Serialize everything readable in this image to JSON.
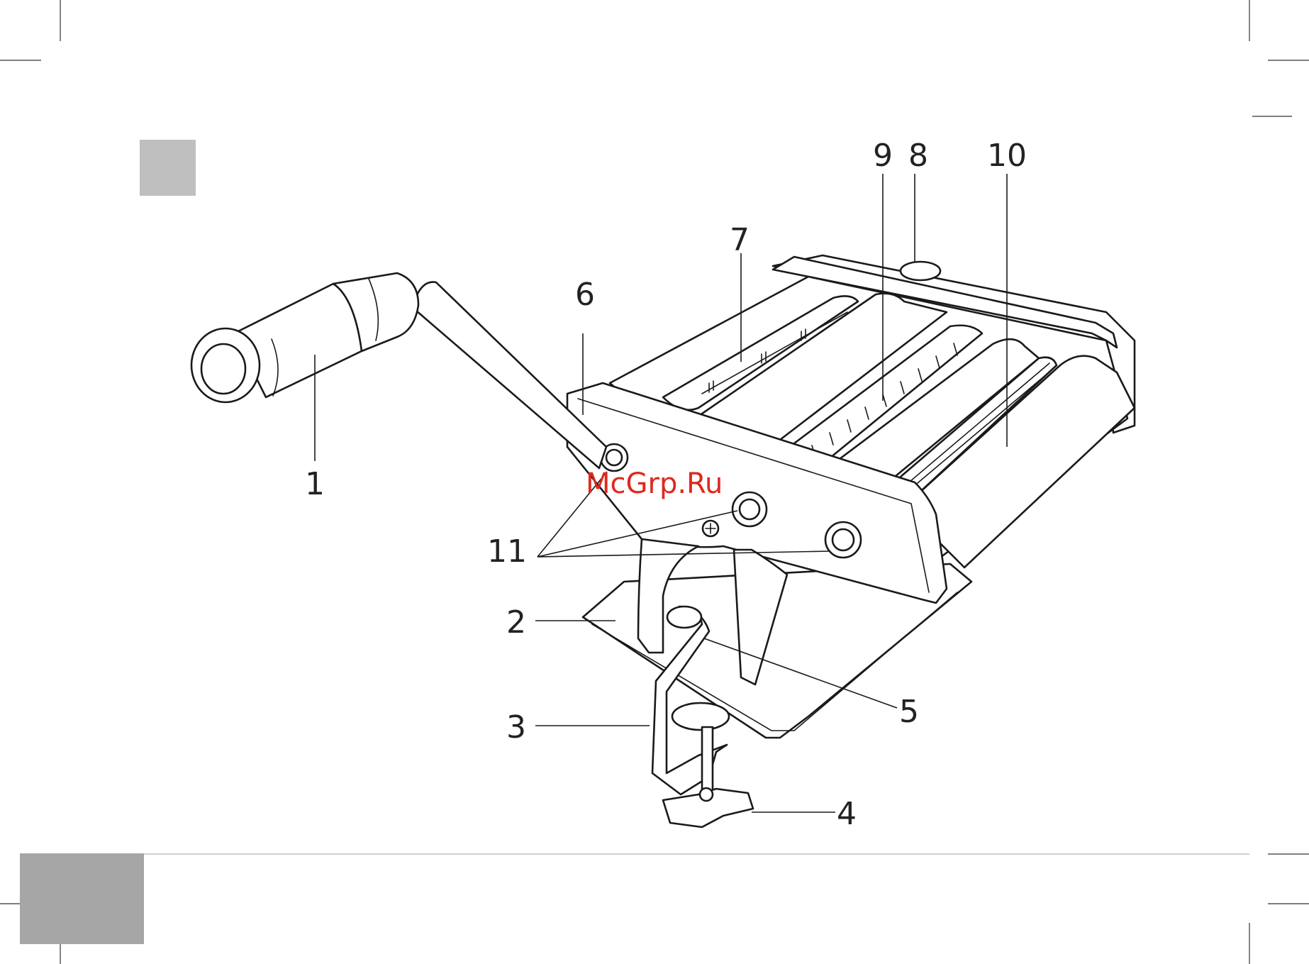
{
  "watermark": "McGrp.Ru",
  "colors": {
    "ink": "#1a1a1a",
    "marker_light": "#bfbfbf",
    "marker_dark": "#a6a6a6",
    "watermark": "#e0281e"
  },
  "callouts": [
    {
      "id": "1",
      "label": "1"
    },
    {
      "id": "2",
      "label": "2"
    },
    {
      "id": "3",
      "label": "3"
    },
    {
      "id": "4",
      "label": "4"
    },
    {
      "id": "5",
      "label": "5"
    },
    {
      "id": "6",
      "label": "6"
    },
    {
      "id": "7",
      "label": "7"
    },
    {
      "id": "8",
      "label": "8"
    },
    {
      "id": "9",
      "label": "9"
    },
    {
      "id": "10",
      "label": "10"
    },
    {
      "id": "11",
      "label": "11"
    }
  ]
}
